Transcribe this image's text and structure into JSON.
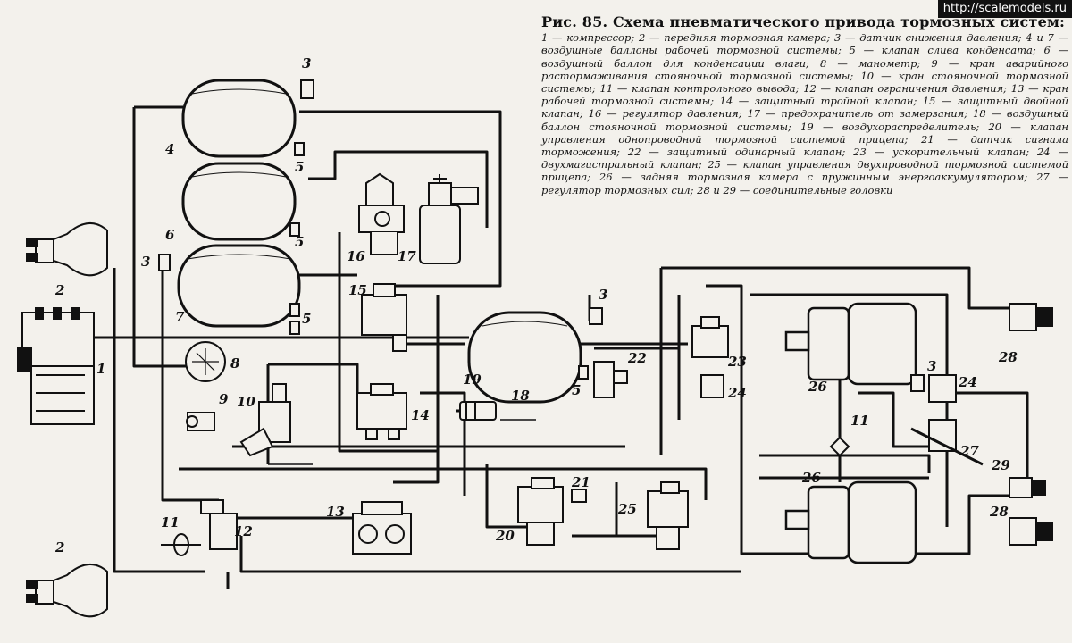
{
  "watermark": "http://scalemodels.ru",
  "caption": {
    "title": "Рис. 85. Схема пневматического привода тормозных систем:",
    "legend": "1 — компрессор; 2 — передняя тормозная камера; 3 — датчик снижения давления; 4 и 7 — воздушные баллоны рабочей тормозной системы; 5 — клапан слива конденсата; 6 — воздушный баллон для конденсации влаги; 8 — манометр; 9 — кран аварийного растормаживания стояночной тормозной системы; 10 — кран стояночной тормозной системы; 11 — клапан контрольного вывода; 12 — клапан ограничения давления; 13 — кран рабочей тормозной системы; 14 — защитный тройной клапан; 15 — защитный двойной клапан; 16 — регулятор давления; 17 — предохранитель от замерзания; 18 — воздушный баллон стояночной тормозной системы; 19 — воздухораспределитель; 20 — клапан управления однопроводной тормозной системой прицепа; 21 — датчик сигнала торможения; 22 — защитный одинарный клапан; 23 — ускорительный клапан; 24 — двухмагистральный клапан; 25 — клапан управления двухпроводной тормозной системой прицепа; 26 — задняя тормозная камера с пружинным энергоаккумулятором; 27 — регулятор тормозных сил; 28 и 29 — соединительные головки"
  },
  "labels": {
    "n1": "1",
    "n2a": "2",
    "n2b": "2",
    "n3a": "3",
    "n3b": "3",
    "n3c": "3",
    "n3d": "3",
    "n4": "4",
    "n5a": "5",
    "n5b": "5",
    "n5c": "5",
    "n5d": "5",
    "n6": "6",
    "n7": "7",
    "n8": "8",
    "n9": "9",
    "n10": "10",
    "n11a": "11",
    "n11b": "11",
    "n12": "12",
    "n13": "13",
    "n14": "14",
    "n15": "15",
    "n16": "16",
    "n17": "17",
    "n18": "18",
    "n19": "19",
    "n20": "20",
    "n21": "21",
    "n22": "22",
    "n23": "23",
    "n24a": "24",
    "n24b": "24",
    "n25": "25",
    "n26a": "26",
    "n26b": "26",
    "n27": "27",
    "n28a": "28",
    "n28b": "28",
    "n29": "29"
  },
  "colors": {
    "ink": "#111111",
    "paper": "#f3f1ec"
  }
}
